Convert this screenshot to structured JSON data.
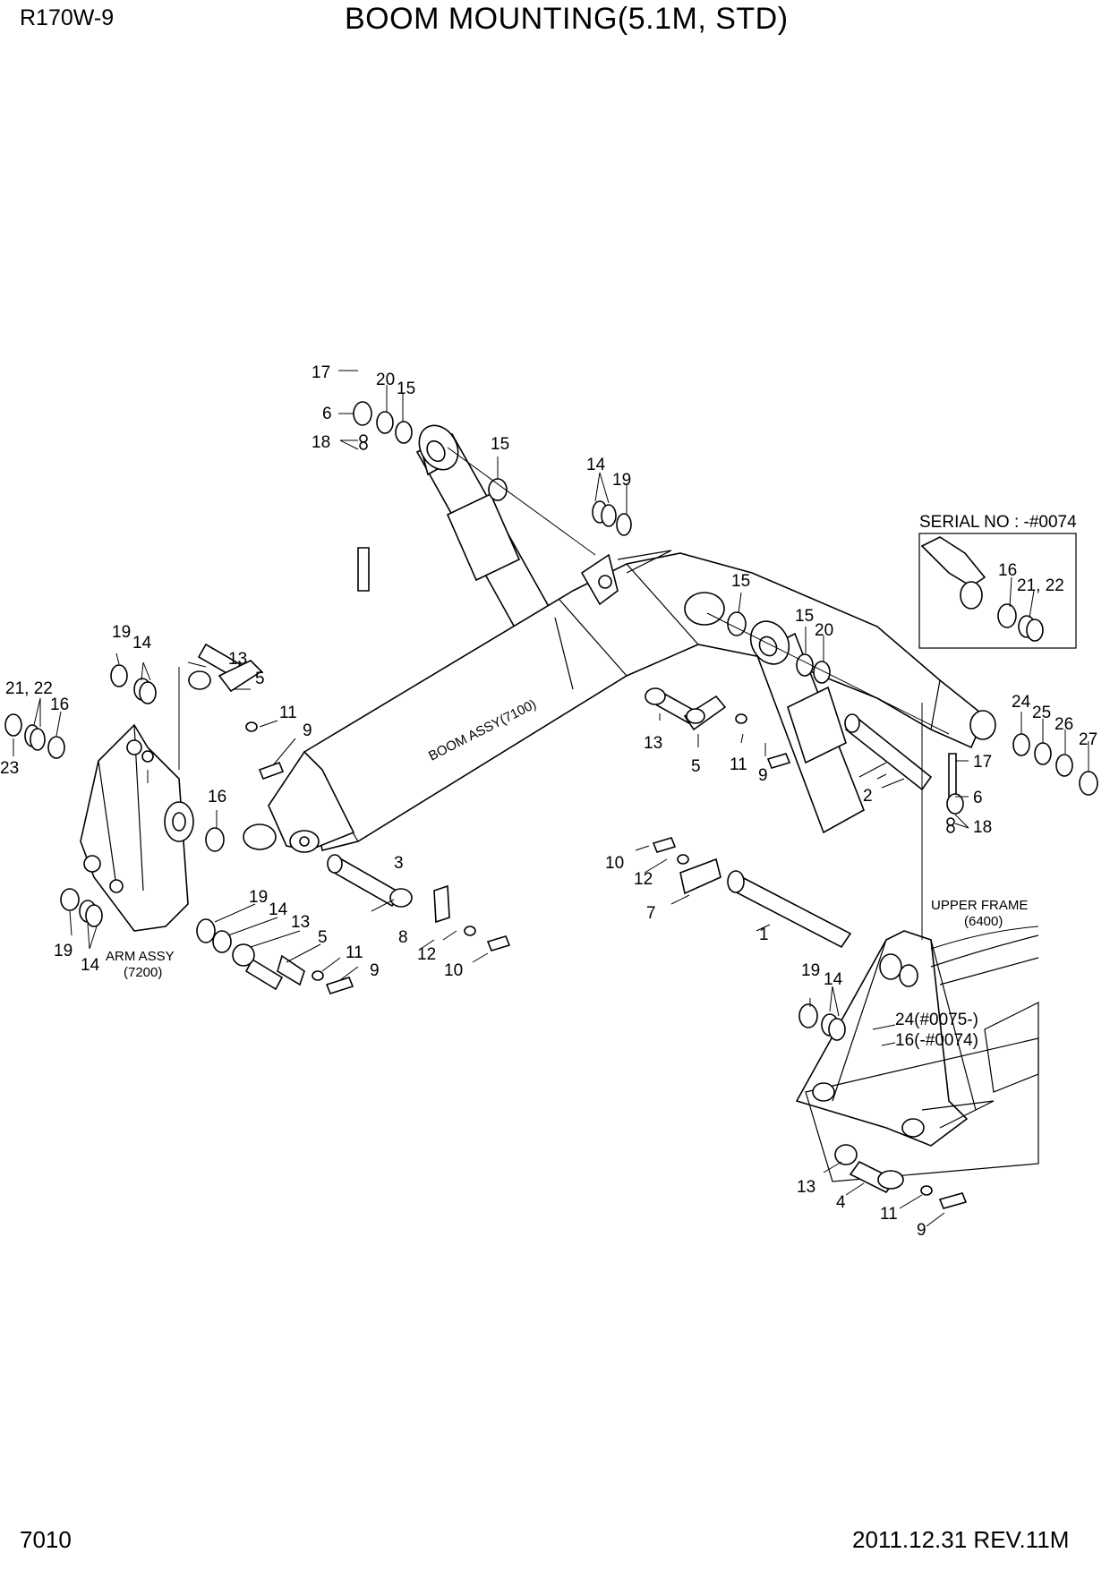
{
  "header": {
    "model": "R170W-9",
    "title": "BOOM MOUNTING(5.1M, STD)"
  },
  "footer": {
    "page_number": "7010",
    "revision": "2011.12.31  REV.11M"
  },
  "assemblies": {
    "boom_assy": "BOOM ASSY(7100)",
    "arm_assy": "ARM ASSY",
    "arm_assy_no": "(7200)",
    "upper_frame": "UPPER FRAME",
    "upper_frame_no": "(6400)"
  },
  "serial_note": "SERIAL NO : -#0074",
  "callouts": {
    "c1": "1",
    "c2": "2",
    "c3": "3",
    "c4": "4",
    "c5a": "5",
    "c5b": "5",
    "c5c": "5",
    "c6a": "6",
    "c6b": "6",
    "c7": "7",
    "c8": "8",
    "c9a": "9",
    "c9b": "9",
    "c9c": "9",
    "c9d": "9",
    "c10a": "10",
    "c10b": "10",
    "c11a": "11",
    "c11b": "11",
    "c11c": "11",
    "c11d": "11",
    "c12a": "12",
    "c12b": "12",
    "c13a": "13",
    "c13b": "13",
    "c13c": "13",
    "c13d": "13",
    "c14a": "14",
    "c14b": "14",
    "c14c": "14",
    "c14d": "14",
    "c14e": "14",
    "c15a": "15",
    "c15b": "15",
    "c15c": "15",
    "c15d": "15",
    "c16a": "16",
    "c16b": "16",
    "c16c": "16",
    "c17a": "17",
    "c17b": "17",
    "c18a": "18",
    "c18b": "18",
    "c19a": "19",
    "c19b": "19",
    "c19c": "19",
    "c19d": "19",
    "c19e": "19",
    "c20a": "20",
    "c20b": "20",
    "c2122a": "21, 22",
    "c2122b": "21, 22",
    "c23": "23",
    "c24": "24",
    "c25": "25",
    "c26": "26",
    "c27": "27",
    "c24_serial": "24(#0075-)",
    "c16_serial": "16(-#0074)"
  }
}
